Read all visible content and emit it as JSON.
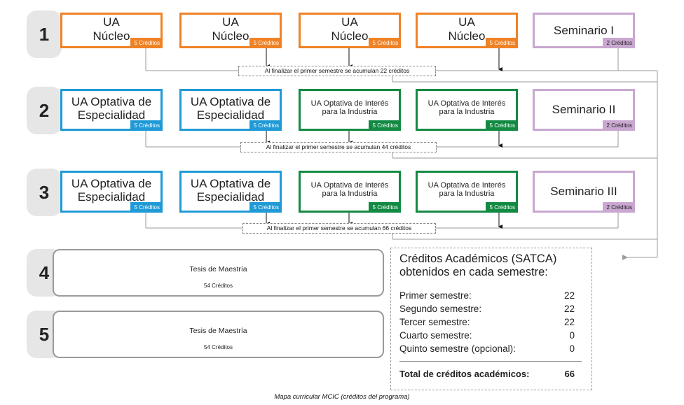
{
  "semesters": [
    {
      "number": "1",
      "courses": [
        {
          "title": "UA\nNúcleo",
          "credits": "5 Créditos",
          "color": "orange"
        },
        {
          "title": "UA\nNúcleo",
          "credits": "5 Créditos",
          "color": "orange"
        },
        {
          "title": "UA\nNúcleo",
          "credits": "5 Créditos",
          "color": "orange"
        },
        {
          "title": "UA\nNúcleo",
          "credits": "5 Créditos",
          "color": "orange"
        },
        {
          "title": "Seminario I",
          "credits": "2 Créditos",
          "color": "purple"
        }
      ],
      "summary": "Al finalizar el primer semestre se acumulan 22 créditos"
    },
    {
      "number": "2",
      "courses": [
        {
          "title": "UA Optativa de\nEspecialidad",
          "credits": "5 Créditos",
          "color": "blue"
        },
        {
          "title": "UA Optativa de\nEspecialidad",
          "credits": "5 Créditos",
          "color": "blue"
        },
        {
          "title": "UA Optativa de Interés\npara la Industria",
          "credits": "5 Créditos",
          "color": "green"
        },
        {
          "title": "UA Optativa de Interés\npara la Industria",
          "credits": "5 Créditos",
          "color": "green"
        },
        {
          "title": "Seminario II",
          "credits": "2 Créditos",
          "color": "purple"
        }
      ],
      "summary": "Al finalizar el primer semestre se acumulan 44 créditos"
    },
    {
      "number": "3",
      "courses": [
        {
          "title": "UA Optativa de\nEspecialidad",
          "credits": "5 Créditos",
          "color": "blue"
        },
        {
          "title": "UA Optativa de\nEspecialidad",
          "credits": "5 Créditos",
          "color": "blue"
        },
        {
          "title": "UA Optativa de Interés\npara la Industria",
          "credits": "5 Créditos",
          "color": "green"
        },
        {
          "title": "UA Optativa de Interés\npara la Industria",
          "credits": "5 Créditos",
          "color": "green"
        },
        {
          "title": "Seminario III",
          "credits": "2 Créditos",
          "color": "purple"
        }
      ],
      "summary": "Al finalizar el primer semestre se acumulan 66 créditos"
    },
    {
      "number": "4",
      "thesis": {
        "title": "Tesis de Maestría",
        "credits": "54 Créditos"
      }
    },
    {
      "number": "5",
      "thesis": {
        "title": "Tesis de Maestría",
        "credits": "54 Créditos"
      }
    }
  ],
  "credits_summary": {
    "heading_line1": "Créditos Académicos (SATCA)",
    "heading_line2": "obtenidos en cada semestre:",
    "rows": [
      {
        "label": "Primer semestre:",
        "value": "22"
      },
      {
        "label": "Segundo semestre:",
        "value": "22"
      },
      {
        "label": "Tercer semestre:",
        "value": "22"
      },
      {
        "label": "Cuarto semestre:",
        "value": "0"
      },
      {
        "label": "Quinto semestre (opcional):",
        "value": "0"
      }
    ],
    "total_label": "Total de créditos académicos:",
    "total_value": "66"
  },
  "caption": "Mapa curricular MCIC (créditos del programa)",
  "colors": {
    "orange": "#f08226",
    "blue": "#1f9ad6",
    "green": "#138a43",
    "purple": "#c9a7d1",
    "gray": "#9a9a9a"
  }
}
